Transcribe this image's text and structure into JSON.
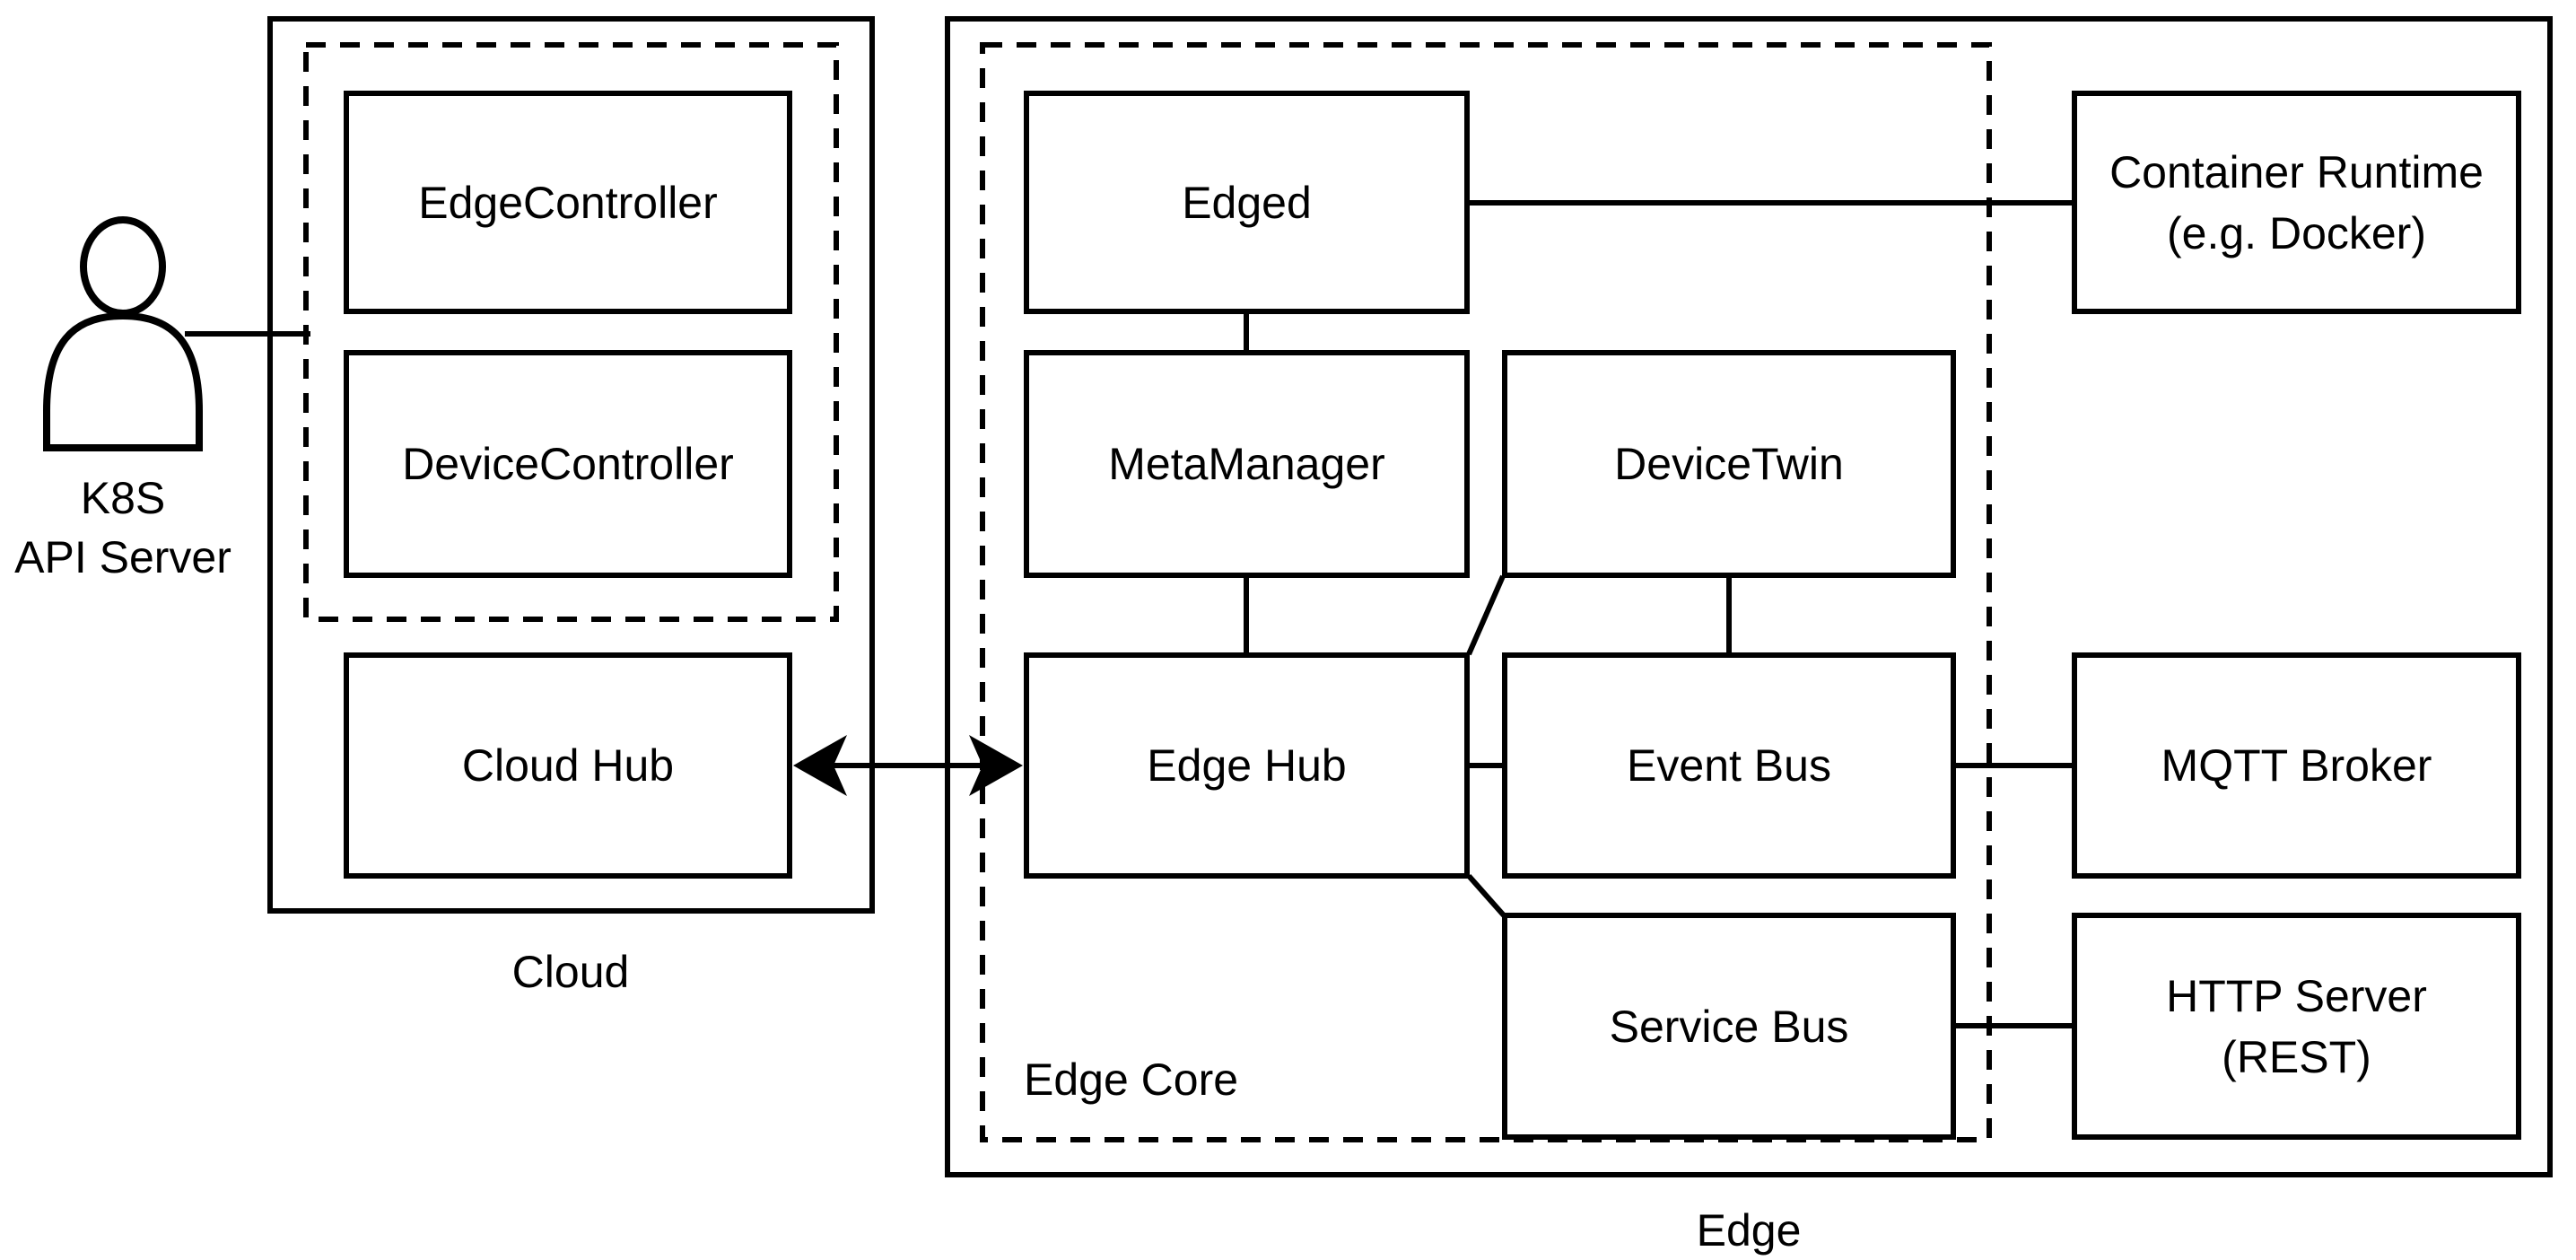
{
  "canvas": {
    "background": "#ffffff",
    "line_color": "#000000"
  },
  "actor": {
    "line1": "K8S",
    "line2": "API Server"
  },
  "cloud": {
    "caption": "Cloud",
    "edge_controller": "EdgeController",
    "device_controller": "DeviceController",
    "cloud_hub": "Cloud Hub"
  },
  "edge": {
    "caption": "Edge",
    "core_caption": "Edge Core",
    "edged": "Edged",
    "meta_manager": "MetaManager",
    "device_twin": "DeviceTwin",
    "edge_hub": "Edge Hub",
    "event_bus": "Event Bus",
    "service_bus": "Service Bus",
    "container_runtime": {
      "label": "Container Runtime",
      "sublabel": "(e.g. Docker)"
    },
    "mqtt_broker": "MQTT Broker",
    "http_server": {
      "label": "HTTP Server",
      "sublabel": "(REST)"
    }
  }
}
